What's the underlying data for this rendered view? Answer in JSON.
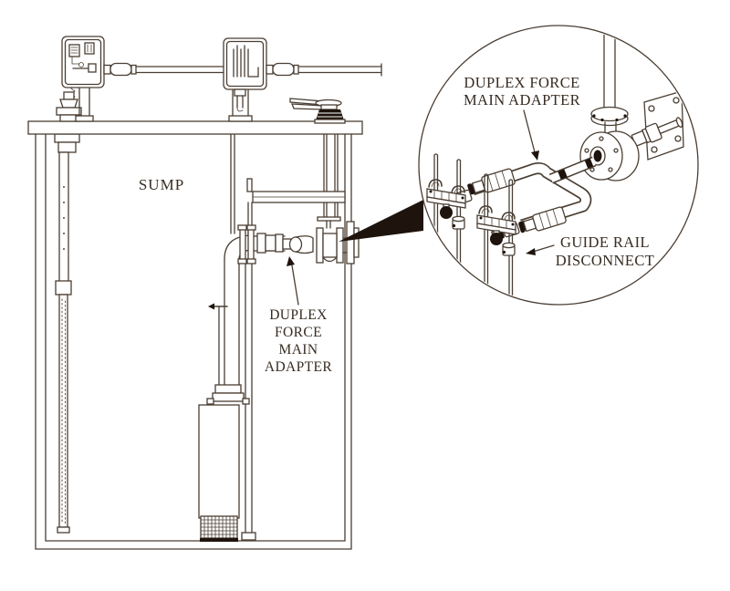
{
  "diagram": {
    "type": "technical-illustration",
    "subject": "duplex sump pump installation with force main adapter detail callout",
    "labels": {
      "sump": "SUMP",
      "main_adapter": [
        "DUPLEX",
        "FORCE",
        "MAIN",
        "ADAPTER"
      ],
      "detail_adapter": [
        "DUPLEX FORCE",
        "MAIN ADAPTER"
      ],
      "detail_guide_rail": [
        "GUIDE RAIL",
        "DISCONNECT"
      ]
    },
    "colors": {
      "line": "#4a3e33",
      "text": "#362c22",
      "solid": "#1e140d",
      "background": "#ffffff"
    }
  }
}
